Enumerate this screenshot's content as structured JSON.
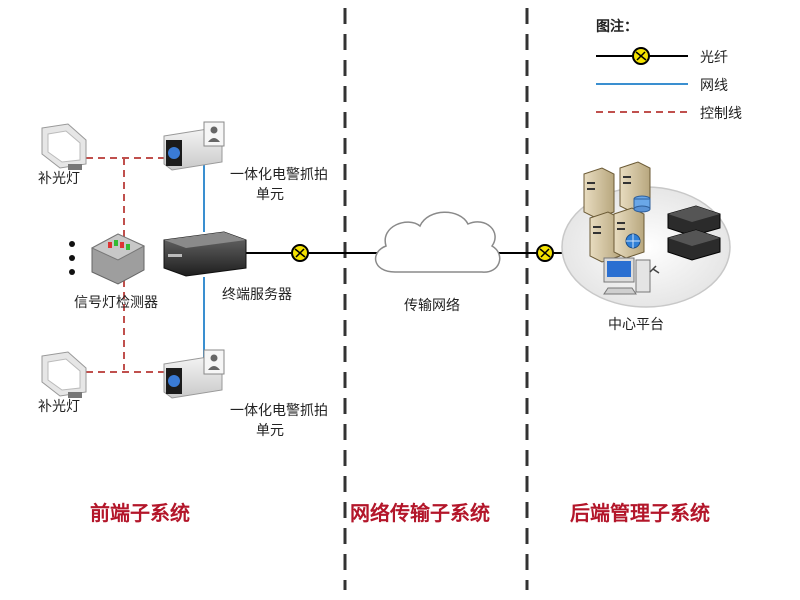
{
  "legend": {
    "title": "图注：",
    "items": [
      {
        "label": "光纤",
        "style": "fiber",
        "color": "#000000"
      },
      {
        "label": "网线",
        "style": "network",
        "color": "#3a8fd0"
      },
      {
        "label": "控制线",
        "style": "control",
        "color": "#c0504d"
      }
    ]
  },
  "nodes": {
    "fill_light_top": "补光灯",
    "fill_light_bottom": "补光灯",
    "camera_top_line1": "一体化电警抓拍",
    "camera_top_line2": "单元",
    "camera_bottom_line1": "一体化电警抓拍",
    "camera_bottom_line2": "单元",
    "signal_detector": "信号灯检测器",
    "terminal_server": "终端服务器",
    "transport_network": "传输网络",
    "center_platform": "中心平台"
  },
  "sections": {
    "front": "前端子系统",
    "network": "网络传输子系统",
    "backend": "后端管理子系统"
  },
  "colors": {
    "section_text": "#b3162a",
    "fiber": "#000000",
    "network": "#3a8fd0",
    "control": "#c0504d",
    "divider": "#333333"
  }
}
